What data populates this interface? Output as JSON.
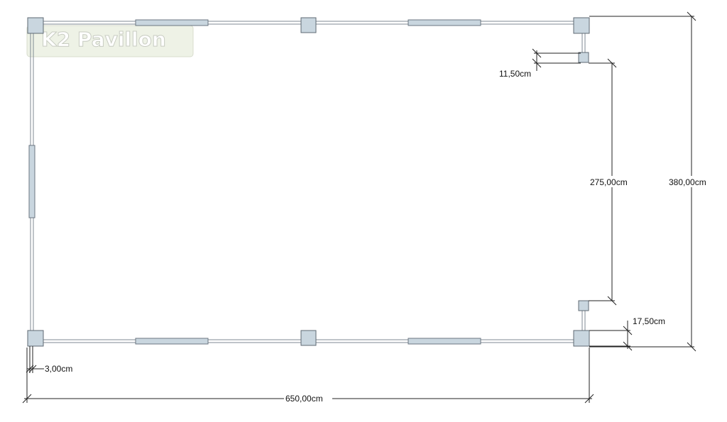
{
  "logo": {
    "text": "K2 Pavillon"
  },
  "dimensions": {
    "overall_width": "650,00cm",
    "overall_depth": "380,00cm",
    "inner_depth": "275,00cm",
    "post_offset_top": "11,50cm",
    "post_offset_bottom": "17,50cm",
    "wall_thickness": "3,00cm"
  },
  "colors": {
    "post_fill": "#c9d6df",
    "post_stroke": "#5f6a73",
    "dimension_line": "#222222"
  }
}
